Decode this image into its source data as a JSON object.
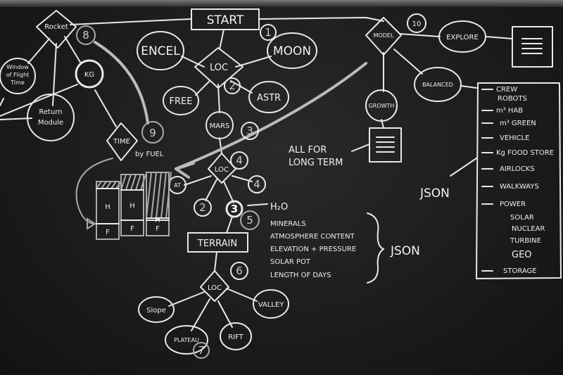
{
  "start": "START",
  "loc": "LOC",
  "moons": {
    "encel": "ENCEL",
    "moon": "MOON",
    "free": "FREE",
    "astr": "ASTR",
    "mars": "MARS"
  },
  "numbers": {
    "n1": "1",
    "n2": "2",
    "n3": "3",
    "n4": "4",
    "n5": "5",
    "n6": "6",
    "n7": "7",
    "n8": "8",
    "n9": "9",
    "n10": "10"
  },
  "sub_loc": {
    "at": "AT",
    "four": "4",
    "two": "2",
    "three": "3"
  },
  "terrain": {
    "label": "TERRAIN",
    "loc": "LOC",
    "slope": "Slope",
    "valley": "VALLEY",
    "plateau": "PLATEAU",
    "rift": "RIFT"
  },
  "terrain_props": [
    "H₂O",
    "MINERALS",
    "ATMOSPHERE CONTENT",
    "ELEVATION + PRESSURE",
    "SOLAR POT",
    "LENGTH OF DAYS"
  ],
  "terrain_json": "JSON",
  "rocket": {
    "label": "Rocket",
    "kg": "KG",
    "window": [
      "Window",
      "of Flight",
      "Time"
    ],
    "return": [
      "Return",
      "Module"
    ],
    "time": "TIME",
    "by_fuel": "by FUEL"
  },
  "bars": {
    "h": "H",
    "f": "F"
  },
  "model": {
    "label": "MODEL",
    "explore": "EXPLORE",
    "balanced": "BALANCED",
    "growth": "GROWTH",
    "long_term": [
      "ALL FOR",
      "LONG TERM"
    ]
  },
  "list_json": "JSON",
  "list_items": [
    "CREW",
    "ROBOTS",
    "m³ HAB",
    "m³ GREEN",
    "VEHICLE",
    "Kg FOOD STORE",
    "AIRLOCKS",
    "WALKWAYS",
    "POWER",
    "SOLAR",
    "NUCLEAR",
    "TURBINE",
    "GEO",
    "STORAGE"
  ]
}
